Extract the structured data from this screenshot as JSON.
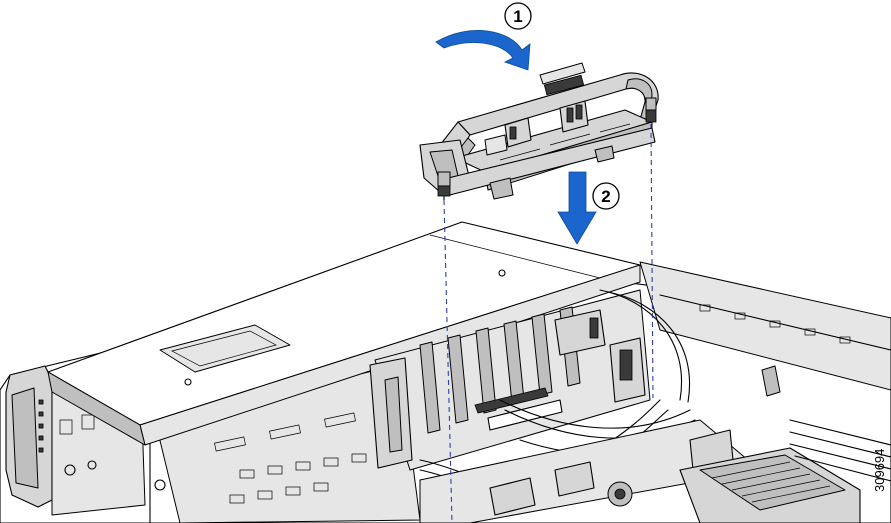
{
  "callouts": [
    {
      "number": "1"
    },
    {
      "number": "2"
    }
  ],
  "figure_id": "309694",
  "colors": {
    "arrow": "#1a66cc",
    "guide_line": "#2b3fb0",
    "hardware_fill": "#d6d6d6"
  },
  "icons": [
    "rotate-arrow-icon",
    "down-arrow-icon"
  ]
}
